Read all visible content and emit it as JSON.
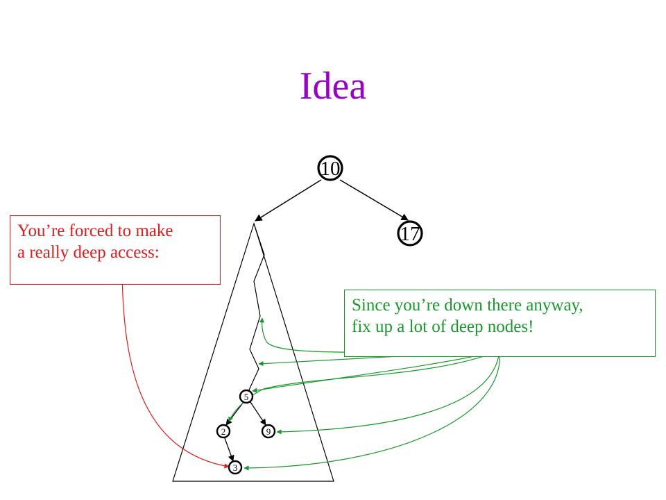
{
  "title": "Idea",
  "nodes": {
    "root": "10",
    "right_child": "17",
    "n5": "5",
    "n2": "2",
    "n9": "9",
    "n3": "3"
  },
  "callouts": {
    "deep_access": {
      "line1": "You’re forced to make",
      "line2": "a really deep access:"
    },
    "fix_up": {
      "line1": "Since you’re down there anyway,",
      "line2": "fix up a lot of deep nodes!"
    }
  },
  "colors": {
    "title": "#9900cc",
    "deep_access": "#e51a1a",
    "fix_up": "#17992a",
    "tree": "#000000"
  }
}
